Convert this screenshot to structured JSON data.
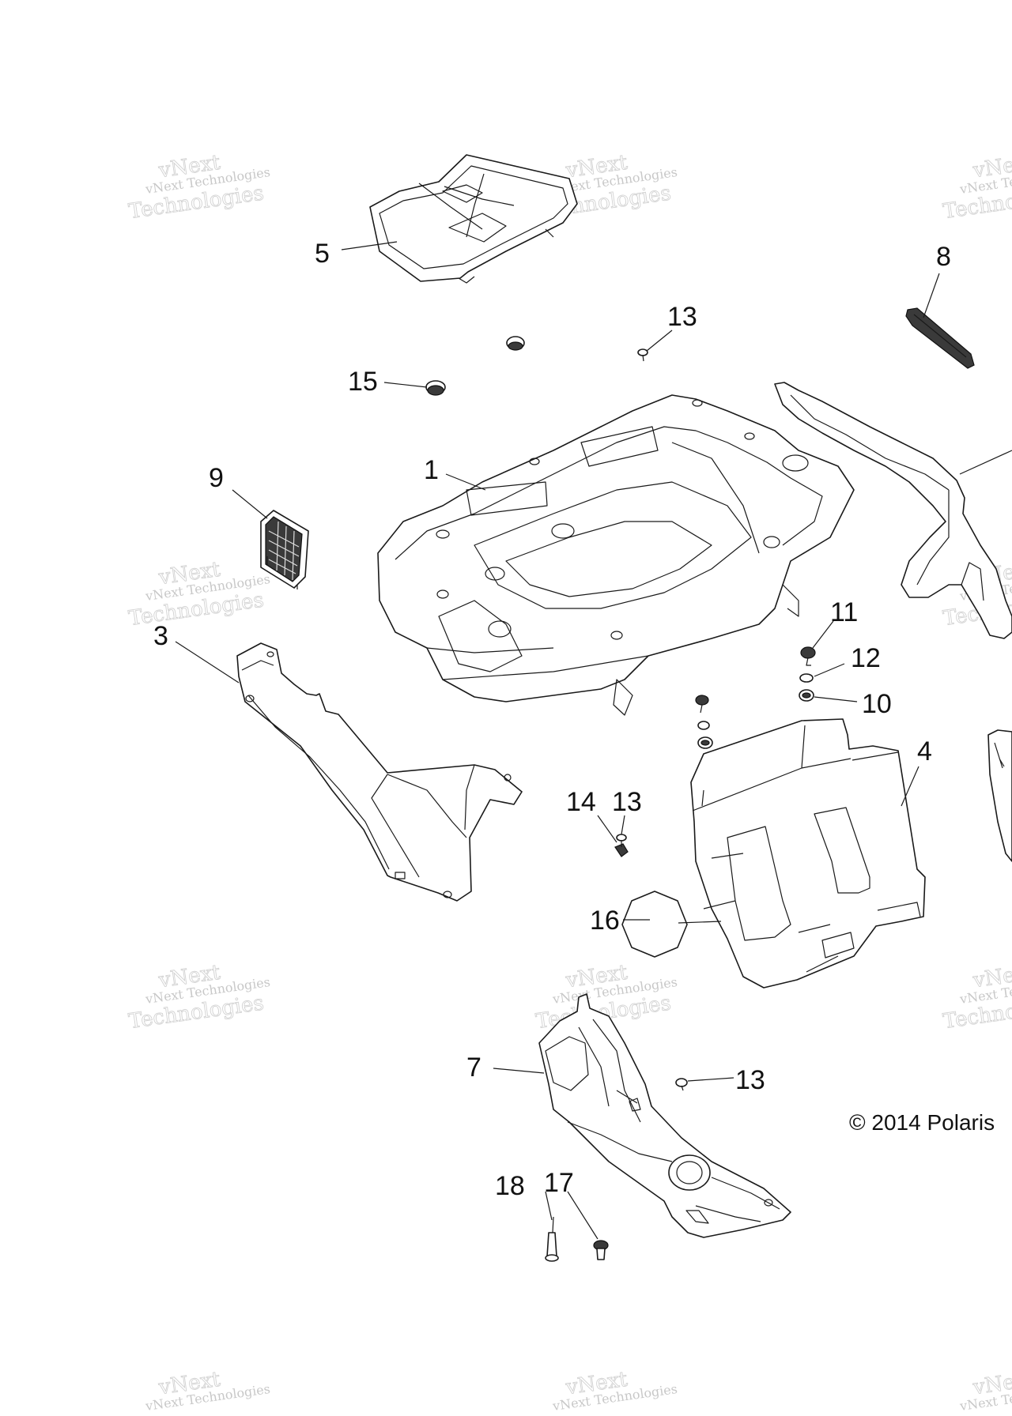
{
  "watermark": {
    "line1": "vNext Technologies",
    "line2": "vNext",
    "line3": "Technologies"
  },
  "callouts": {
    "c1": "1",
    "c3": "3",
    "c4": "4",
    "c5": "5",
    "c7": "7",
    "c8": "8",
    "c9": "9",
    "c10": "10",
    "c11": "11",
    "c12": "12",
    "c13a": "13",
    "c13b": "13",
    "c13c": "13",
    "c14": "14",
    "c15": "15",
    "c16": "16",
    "c17": "17",
    "c18": "18"
  },
  "copyright": "© 2014 Polaris",
  "colors": {
    "line": "#1a1a1a",
    "watermark": "#c8c8c8",
    "background": "#ffffff"
  }
}
